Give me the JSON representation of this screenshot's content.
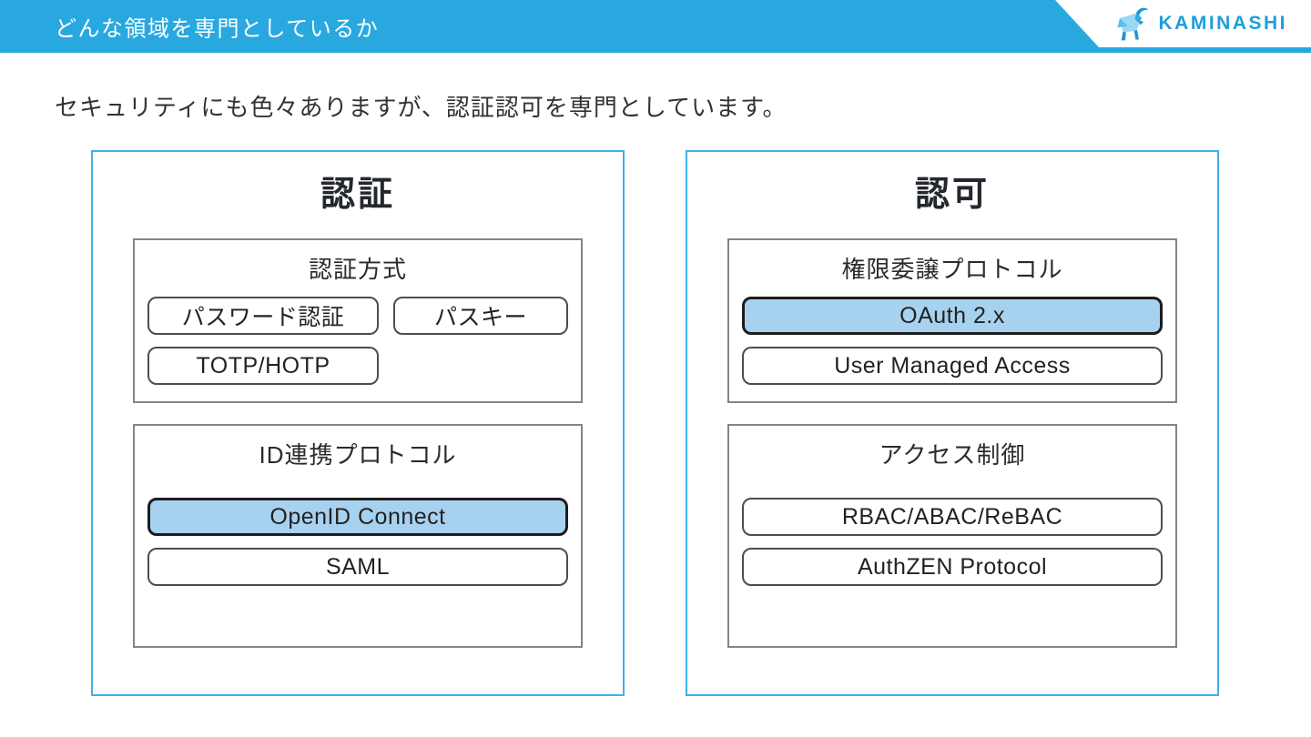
{
  "header": {
    "title": "どんな領域を専門としているか",
    "logo_text": "KAMINASHI"
  },
  "intro": {
    "text": "セキュリティにも色々ありますが、認証認可を専門としています。"
  },
  "columns": [
    {
      "id": "authentication",
      "title": "認証",
      "sections": [
        {
          "id": "auth-methods",
          "title": "認証方式",
          "buttons": [
            {
              "id": "password-auth",
              "label": "パスワード認証",
              "highlighted": false
            },
            {
              "id": "passkey",
              "label": "パスキー",
              "highlighted": false
            },
            {
              "id": "totp-hotp",
              "label": "TOTP/HOTP",
              "highlighted": false
            }
          ]
        },
        {
          "id": "id-federation-protocols",
          "title": "ID連携プロトコル",
          "buttons": [
            {
              "id": "openid-connect",
              "label": "OpenID Connect",
              "highlighted": true
            },
            {
              "id": "saml",
              "label": "SAML",
              "highlighted": false
            }
          ]
        }
      ]
    },
    {
      "id": "authorization",
      "title": "認可",
      "sections": [
        {
          "id": "delegation-protocols",
          "title": "権限委譲プロトコル",
          "buttons": [
            {
              "id": "oauth-2x",
              "label": "OAuth 2.x",
              "highlighted": true
            },
            {
              "id": "user-managed-access",
              "label": "User Managed Access",
              "highlighted": false
            }
          ]
        },
        {
          "id": "access-control",
          "title": "アクセス制御",
          "buttons": [
            {
              "id": "rbac-abac-rebac",
              "label": "RBAC/ABAC/ReBAC",
              "highlighted": false
            },
            {
              "id": "authzen-protocol",
              "label": "AuthZEN Protocol",
              "highlighted": false
            }
          ]
        }
      ]
    }
  ],
  "colors": {
    "header_bg": "#29a8e0",
    "box_border": "#3fb0e5",
    "highlight_fill": "#a7d2ef",
    "logo_blue": "#1d9ed9",
    "button_border": "#4d4d4d",
    "section_border": "#848484"
  }
}
